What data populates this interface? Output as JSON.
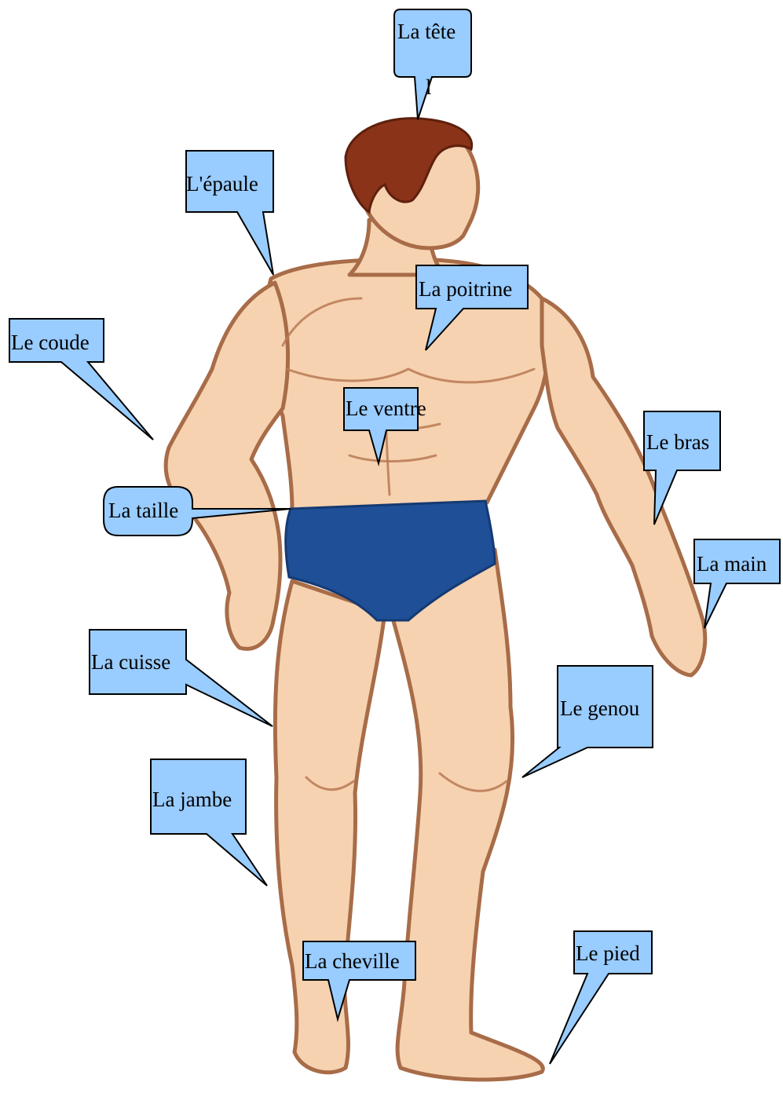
{
  "labels": {
    "tete": "La tête",
    "tete_mark": "l",
    "epaule": "L'épaule",
    "poitrine": "La poitrine",
    "coude": "Le coude",
    "ventre": "Le ventre",
    "bras": "Le bras",
    "taille": "La taille",
    "main": "La main",
    "cuisse": "La cuisse",
    "genou": "Le genou",
    "jambe": "La jambe",
    "cheville": "La cheville",
    "pied": "Le pied"
  },
  "colors": {
    "callout_fill": "#99ccff",
    "skin": "#f6d2b0",
    "outline": "#a86c48",
    "hair": "#8a3318",
    "trunks": "#1f4f96"
  }
}
